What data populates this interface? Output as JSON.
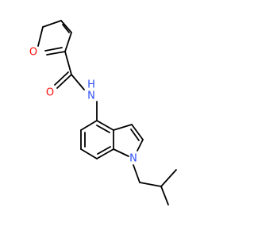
{
  "molecule": {
    "atoms": [
      {
        "id": "furan-o",
        "label": "O",
        "color": "#ff0d0d"
      },
      {
        "id": "carbonyl-o",
        "label": "O",
        "color": "#ff0d0d"
      },
      {
        "id": "amide-n",
        "label": "N",
        "color": "#3050f8"
      },
      {
        "id": "amide-h",
        "label": "H",
        "color": "#3050f8"
      },
      {
        "id": "indole-n",
        "label": "N",
        "color": "#3050f8"
      }
    ]
  }
}
